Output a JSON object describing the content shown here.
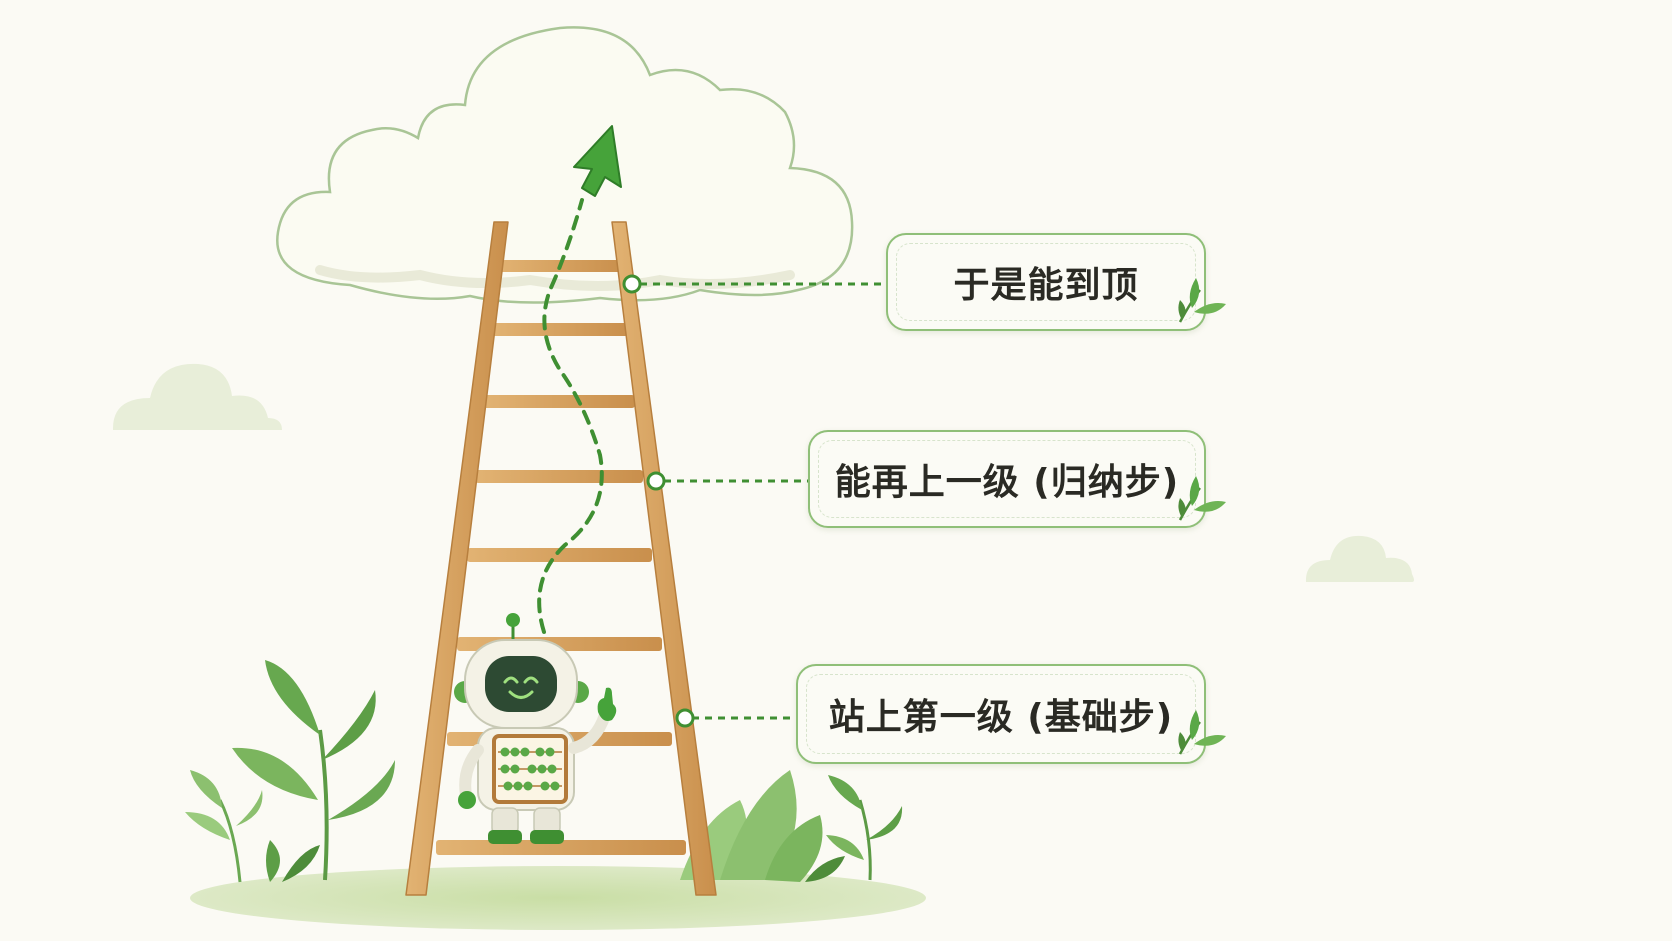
{
  "labels": {
    "top": "于是能到顶",
    "middle": "能再上一级 (归纳步)",
    "bottom": "站上第一级 (基础步)"
  },
  "icons": {
    "cloud": "cloud-icon",
    "ladder": "ladder-icon",
    "robot": "robot-icon",
    "abacus": "abacus-icon",
    "arrow": "arrow-up-icon",
    "leaf": "leaf-icon",
    "bush": "bush-icon"
  },
  "colors": {
    "background": "#fbfaf4",
    "ladder_wood": "#d7a15d",
    "accent_green": "#3f8f32",
    "label_border": "#8fbf78",
    "text": "#2a2a24"
  }
}
